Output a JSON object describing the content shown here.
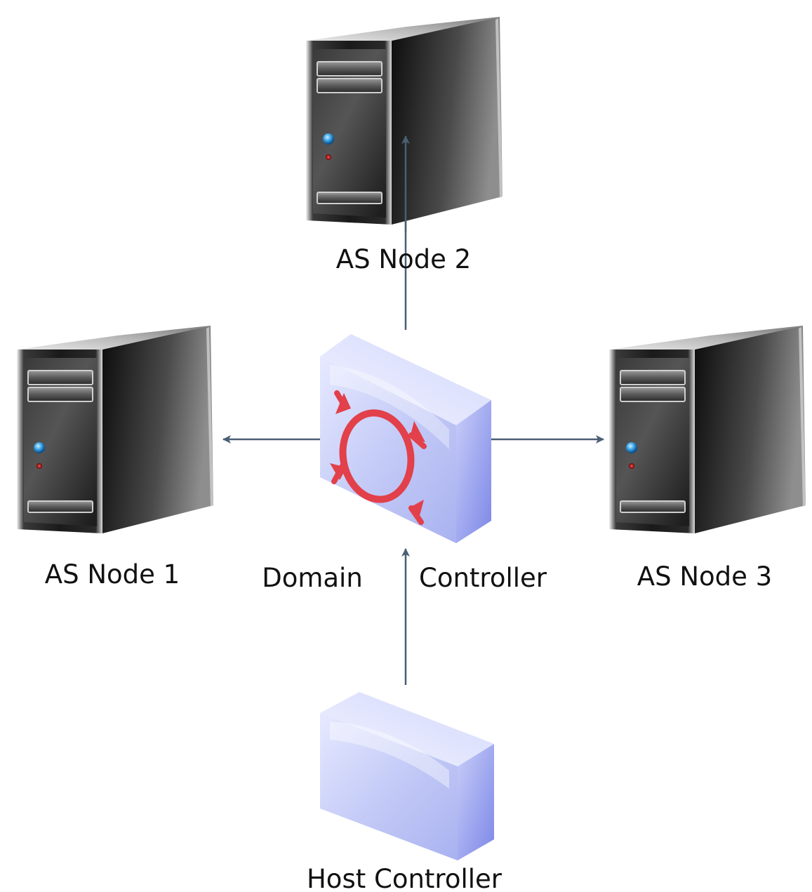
{
  "nodes": {
    "as_node_2": {
      "label": "AS Node 2",
      "icon": "server-tower-icon"
    },
    "as_node_1": {
      "label": "AS Node 1",
      "icon": "server-tower-icon"
    },
    "as_node_3": {
      "label": "AS Node 3",
      "icon": "server-tower-icon"
    },
    "domain_controller": {
      "label_left": "Domain",
      "label_right": "Controller",
      "icon": "router-cube-icon"
    },
    "host_controller": {
      "label": "Host Controller",
      "icon": "blank-cube-icon"
    }
  },
  "edges": [
    {
      "from": "domain_controller",
      "to": "as_node_2"
    },
    {
      "from": "domain_controller",
      "to": "as_node_1"
    },
    {
      "from": "domain_controller",
      "to": "as_node_3"
    },
    {
      "from": "host_controller",
      "to": "domain_controller"
    }
  ],
  "colors": {
    "edge": "#4a5f74",
    "cube_face": "#c9cff9",
    "router_arrows": "#e2404a",
    "server_body": "#1c1c1c"
  }
}
